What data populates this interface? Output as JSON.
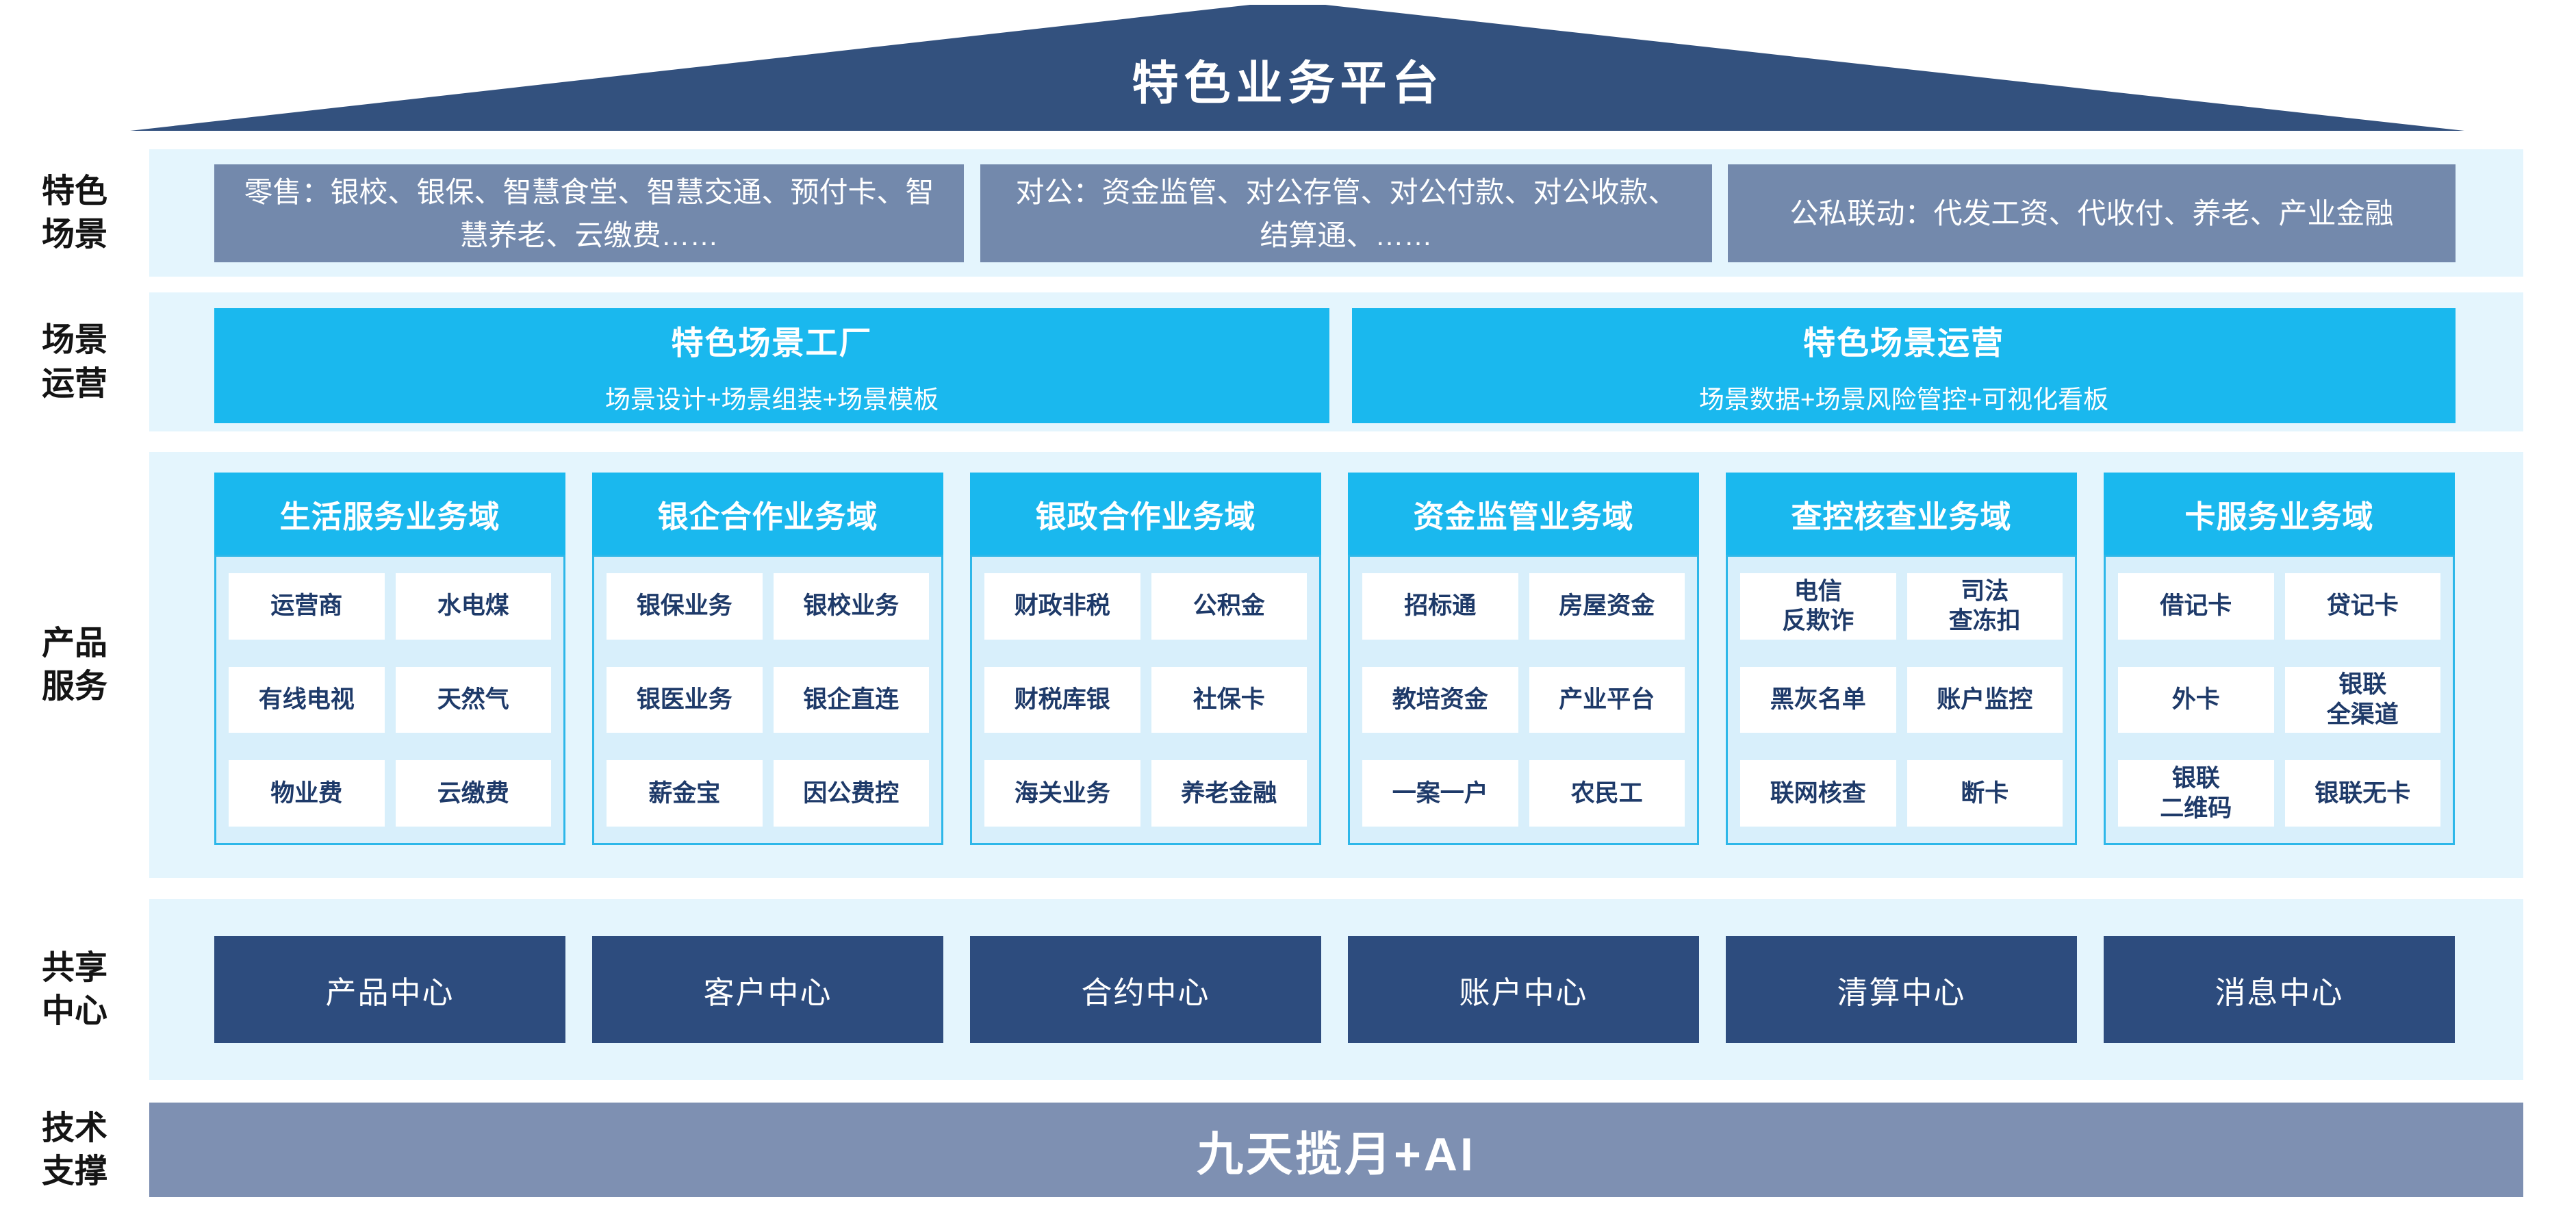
{
  "title": "特色业务平台",
  "scenes": {
    "label": "特色\n场景",
    "boxes": [
      "零售：银校、银保、智慧食堂、智慧交通、预付卡、智慧养老、云缴费……",
      "对公：资金监管、对公存管、对公付款、对公收款、结算通、……",
      "公私联动：代发工资、代收付、养老、产业金融"
    ]
  },
  "operation": {
    "label": "场景\n运营",
    "factory": {
      "title": "特色场景工厂",
      "subtitle": "场景设计+场景组装+场景模板"
    },
    "ops": {
      "title": "特色场景运营",
      "subtitle": "场景数据+场景风险管控+可视化看板"
    }
  },
  "products": {
    "label": "产品\n服务",
    "columns": [
      {
        "header": "生活服务业务域",
        "cells": [
          "运营商",
          "水电煤",
          "有线电视",
          "天然气",
          "物业费",
          "云缴费"
        ]
      },
      {
        "header": "银企合作业务域",
        "cells": [
          "银保业务",
          "银校业务",
          "银医业务",
          "银企直连",
          "薪金宝",
          "因公费控"
        ]
      },
      {
        "header": "银政合作业务域",
        "cells": [
          "财政非税",
          "公积金",
          "财税库银",
          "社保卡",
          "海关业务",
          "养老金融"
        ]
      },
      {
        "header": "资金监管业务域",
        "cells": [
          "招标通",
          "房屋资金",
          "教培资金",
          "产业平台",
          "一案一户",
          "农民工"
        ]
      },
      {
        "header": "查控核查业务域",
        "cells": [
          "电信\n反欺诈",
          "司法\n查冻扣",
          "黑灰名单",
          "账户监控",
          "联网核查",
          "断卡"
        ]
      },
      {
        "header": "卡服务业务域",
        "cells": [
          "借记卡",
          "贷记卡",
          "外卡",
          "银联\n全渠道",
          "银联\n二维码",
          "银联无卡"
        ]
      }
    ]
  },
  "shared": {
    "label": "共享\n中心",
    "centers": [
      "产品中心",
      "客户中心",
      "合约中心",
      "账户中心",
      "清算中心",
      "消息中心"
    ]
  },
  "tech": {
    "label": "技术\n支撑",
    "bar": "九天揽月+AI"
  },
  "colors": {
    "roof_navy": "#33517E",
    "scene_grayblue": "#7389AC",
    "cyan": "#1AB8EE",
    "strip_light": "#E4F5FD",
    "column_body": "#D8EFFB",
    "column_border": "#2DB7E9",
    "cell_text_navy": "#1E3A69",
    "center_navy": "#2D4C7E",
    "tech_bar_grayblue": "#7E90B2"
  }
}
